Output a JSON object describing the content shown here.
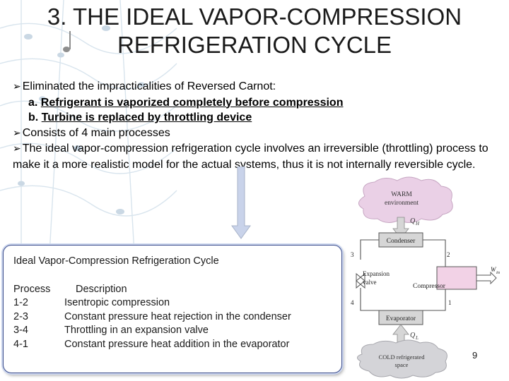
{
  "title": {
    "line1": "3. THE IDEAL VAPOR-COMPRESSION",
    "line2": "REFRIGERATION CYCLE"
  },
  "bullets": {
    "b1": "Eliminated the impracticalities of Reversed Carnot:",
    "sub_a_prefix": "a. ",
    "sub_a": "Refrigerant is vaporized completely before compression",
    "sub_b_prefix": "b. ",
    "sub_b": "Turbine is replaced by throttling device",
    "b2": "Consists of 4 main processes",
    "b3": "The ideal vapor-compression refrigeration cycle involves an irreversible (throttling) process to make it a more realistic model for the actual systems, thus it is not internally reversible cycle."
  },
  "panel": {
    "title": "Ideal Vapor-Compression Refrigeration Cycle",
    "col_process": "Process",
    "col_description": "Description",
    "rows": [
      {
        "process": "1-2",
        "description": "Isentropic compression"
      },
      {
        "process": "2-3",
        "description": "Constant pressure heat rejection in the condenser"
      },
      {
        "process": "3-4",
        "description": "Throttling in an expansion valve"
      },
      {
        "process": "4-1",
        "description": "Constant pressure heat addition in the evaporator"
      }
    ]
  },
  "diagram": {
    "warm_line1": "WARM",
    "warm_line2": "environment",
    "qh": "Q",
    "qh_sub": "H",
    "condenser": "Condenser",
    "expansion_line1": "Expansion",
    "expansion_line2": "valve",
    "compressor": "Compressor",
    "win": "W",
    "win_sub": "in",
    "evaporator": "Evaporator",
    "ql": "Q",
    "ql_sub": "L",
    "cold_line1": "COLD refrigerated",
    "cold_line2": "space",
    "state1": "1",
    "state2": "2",
    "state3": "3",
    "state4": "4"
  },
  "page_number": "9",
  "colors": {
    "cloud_pink": "#ead0e6",
    "cloud_grey": "#d4d4d8",
    "component_fill": "#d6d6d6",
    "compressor_fill": "#f2d2e6",
    "panel_border": "#3c4d8c",
    "arrow_fill": "#c9d3ea"
  }
}
